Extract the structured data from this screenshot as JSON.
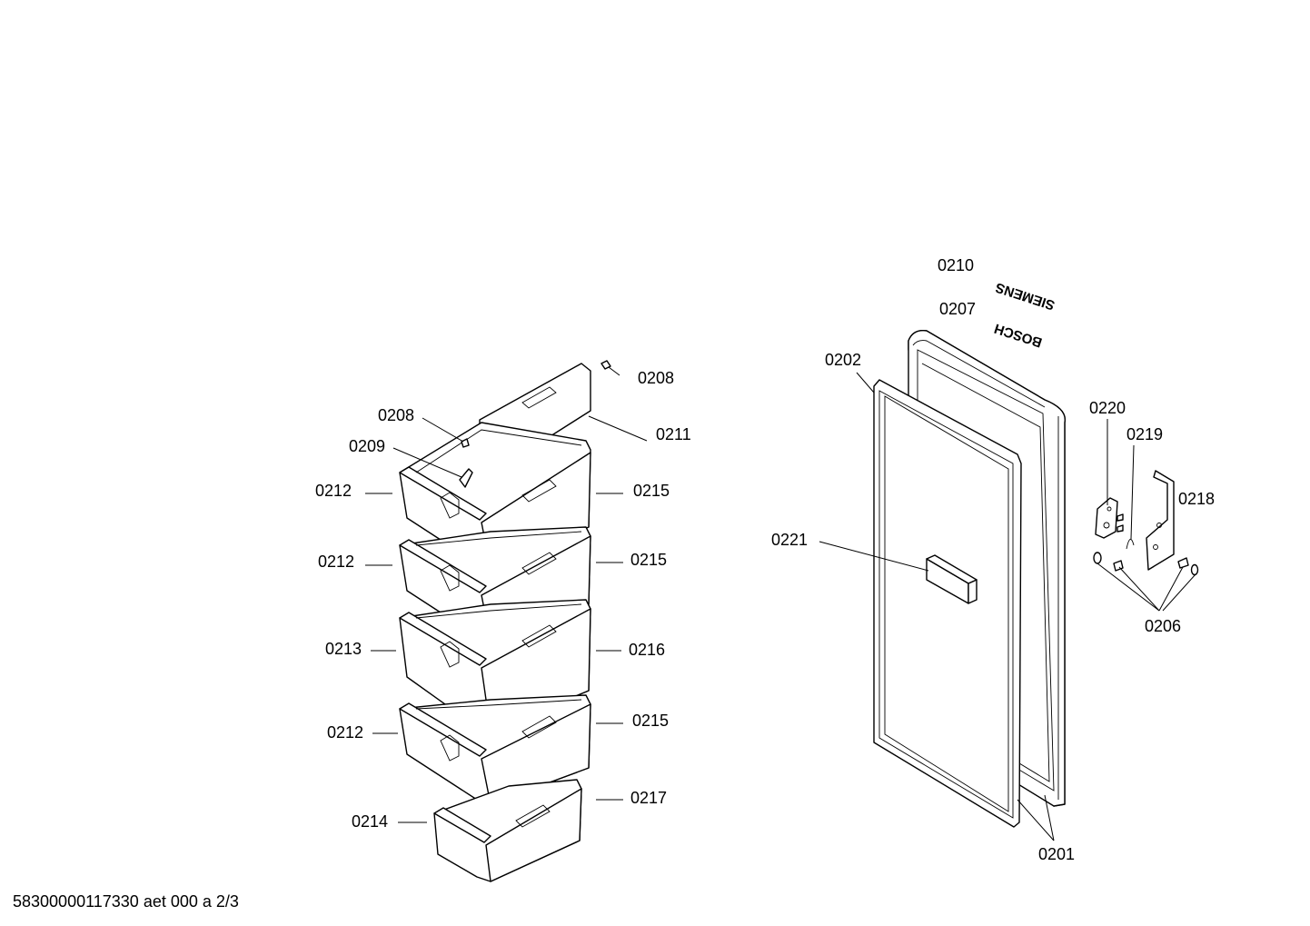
{
  "footer": {
    "document_id": "58300000117330 aet 000 a 2/3"
  },
  "brands": {
    "siemens": "SIEMENS",
    "bosch": "BOSCH"
  },
  "callouts": {
    "c0208a": "0208",
    "c0208b": "0208",
    "c0209": "0209",
    "c0211": "0211",
    "c0212a": "0212",
    "c0212b": "0212",
    "c0212c": "0212",
    "c0213": "0213",
    "c0214": "0214",
    "c0215a": "0215",
    "c0215b": "0215",
    "c0215c": "0215",
    "c0216": "0216",
    "c0217": "0217",
    "c0201": "0201",
    "c0202": "0202",
    "c0206": "0206",
    "c0207": "0207",
    "c0210": "0210",
    "c0218": "0218",
    "c0219": "0219",
    "c0220": "0220",
    "c0221": "0221"
  }
}
